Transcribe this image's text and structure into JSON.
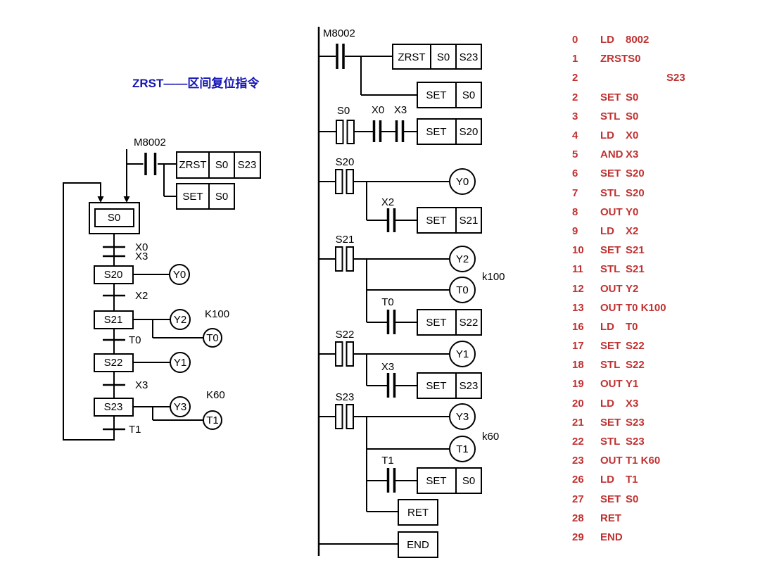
{
  "title": "ZRST——区间复位指令",
  "colors": {
    "title_blue": "#1515b5",
    "instruction_red": "#c03131",
    "diagram_black": "#000000",
    "background": "#ffffff"
  },
  "sfc": {
    "trigger": "M8002",
    "zrst": {
      "op": "ZRST",
      "from": "S0",
      "to": "S23"
    },
    "set": {
      "op": "SET",
      "arg": "S0"
    },
    "initial_step": "S0",
    "tr1a": "X0",
    "tr1b": "X3",
    "s20": {
      "label": "S20",
      "out": "Y0"
    },
    "tr2": "X2",
    "s21": {
      "label": "S21",
      "out": "Y2",
      "timer": "T0",
      "k": "K100"
    },
    "tr3": "T0",
    "s22": {
      "label": "S22",
      "out": "Y1"
    },
    "tr4": "X3",
    "s23": {
      "label": "S23",
      "out": "Y3",
      "timer": "T1",
      "k": "K60"
    },
    "tr5": "T1"
  },
  "ladder": {
    "trigger": "M8002",
    "rung1": {
      "op": "ZRST",
      "from": "S0",
      "to": "S23",
      "set_op": "SET",
      "set_arg": "S0"
    },
    "rung2": {
      "stl": "S0",
      "c1": "X0",
      "c2": "X3",
      "op": "SET",
      "arg": "S20"
    },
    "rung3": {
      "stl": "S20",
      "coil": "Y0",
      "c": "X2",
      "op": "SET",
      "arg": "S21"
    },
    "rung4": {
      "stl": "S21",
      "coil": "Y2",
      "timer_coil": "T0",
      "timer_k": "k100",
      "c": "T0",
      "op": "SET",
      "arg": "S22"
    },
    "rung5": {
      "stl": "S22",
      "coil": "Y1",
      "c": "X3",
      "op": "SET",
      "arg": "S23"
    },
    "rung6": {
      "stl": "S23",
      "coil": "Y3",
      "timer_coil": "T1",
      "timer_k": "k60",
      "c": "T1",
      "op": "SET",
      "arg": "S0"
    },
    "ret_label": "RET",
    "end_label": "END"
  },
  "instructions": [
    {
      "addr": "0",
      "op": "LD",
      "arg": "8002",
      "cont": false
    },
    {
      "addr": "1",
      "op": "ZRST",
      "arg": "S0",
      "cont": false
    },
    {
      "addr": "2",
      "op": "",
      "arg": "S23",
      "cont": true
    },
    {
      "addr": "2",
      "op": "SET",
      "arg": "S0",
      "cont": false
    },
    {
      "addr": "3",
      "op": "STL",
      "arg": "S0",
      "cont": false
    },
    {
      "addr": "4",
      "op": "LD",
      "arg": "X0",
      "cont": false
    },
    {
      "addr": "5",
      "op": "AND",
      "arg": "X3",
      "cont": false
    },
    {
      "addr": "6",
      "op": "SET",
      "arg": "S20",
      "cont": false
    },
    {
      "addr": "7",
      "op": "STL",
      "arg": "S20",
      "cont": false
    },
    {
      "addr": "8",
      "op": "OUT",
      "arg": "Y0",
      "cont": false
    },
    {
      "addr": "9",
      "op": "LD",
      "arg": "X2",
      "cont": false
    },
    {
      "addr": "10",
      "op": "SET",
      "arg": "S21",
      "cont": false
    },
    {
      "addr": "11",
      "op": "STL",
      "arg": "S21",
      "cont": false
    },
    {
      "addr": "12",
      "op": "OUT",
      "arg": "Y2",
      "cont": false
    },
    {
      "addr": "13",
      "op": "OUT",
      "arg": "T0 K100",
      "cont": false
    },
    {
      "addr": "16",
      "op": "LD",
      "arg": "T0",
      "cont": false
    },
    {
      "addr": "17",
      "op": "SET",
      "arg": "S22",
      "cont": false
    },
    {
      "addr": "18",
      "op": "STL",
      "arg": "S22",
      "cont": false
    },
    {
      "addr": "19",
      "op": "OUT",
      "arg": "Y1",
      "cont": false
    },
    {
      "addr": "20",
      "op": "LD",
      "arg": "X3",
      "cont": false
    },
    {
      "addr": "21",
      "op": "SET",
      "arg": "S23",
      "cont": false
    },
    {
      "addr": "22",
      "op": "STL",
      "arg": "S23",
      "cont": false
    },
    {
      "addr": "23",
      "op": "OUT",
      "arg": "T1 K60",
      "cont": false
    },
    {
      "addr": "26",
      "op": "LD",
      "arg": "T1",
      "cont": false
    },
    {
      "addr": "27",
      "op": "SET",
      "arg": "S0",
      "cont": false
    },
    {
      "addr": "28",
      "op": "RET",
      "arg": "",
      "cont": false
    },
    {
      "addr": "29",
      "op": "END",
      "arg": "",
      "cont": false
    }
  ]
}
